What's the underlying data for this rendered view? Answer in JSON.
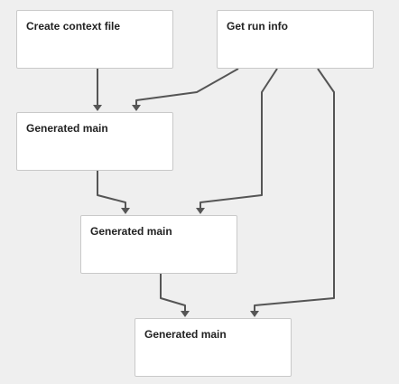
{
  "diagram": {
    "colors": {
      "background": "#efefef",
      "node_fill": "#ffffff",
      "node_border": "#c9c9c9",
      "edge": "#555555",
      "text": "#222222"
    },
    "nodes": [
      {
        "id": "n1",
        "label": "Create context file"
      },
      {
        "id": "n2",
        "label": "Get run info"
      },
      {
        "id": "n3",
        "label": "Generated main"
      },
      {
        "id": "n4",
        "label": "Generated main"
      },
      {
        "id": "n5",
        "label": "Generated main"
      }
    ],
    "edges": [
      {
        "from": "n1",
        "to": "n3"
      },
      {
        "from": "n2",
        "to": "n3"
      },
      {
        "from": "n2",
        "to": "n4"
      },
      {
        "from": "n2",
        "to": "n5"
      },
      {
        "from": "n3",
        "to": "n4"
      },
      {
        "from": "n4",
        "to": "n5"
      }
    ]
  }
}
